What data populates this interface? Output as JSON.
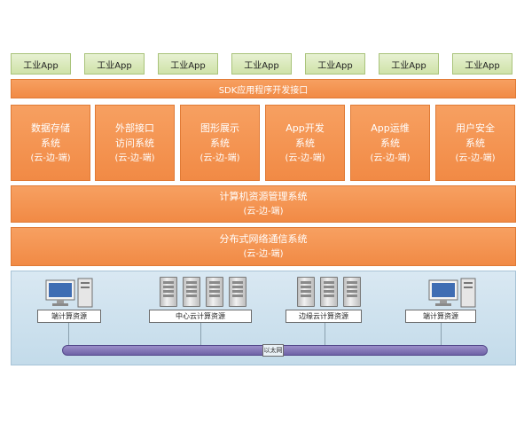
{
  "apps": [
    "工业App",
    "工业App",
    "工业App",
    "工业App",
    "工业App",
    "工业App",
    "工业App"
  ],
  "sdk": "SDK应用程序开发接口",
  "modules": [
    {
      "line1": "数据存储",
      "line2": "系统",
      "line3": "(云-边-端)"
    },
    {
      "line1": "外部接口",
      "line2": "访问系统",
      "line3": "(云-边-端)"
    },
    {
      "line1": "图形展示",
      "line2": "系统",
      "line3": "(云-边-端)"
    },
    {
      "line1": "App开发",
      "line2": "系统",
      "line3": "(云-边-端)"
    },
    {
      "line1": "App运维",
      "line2": "系统",
      "line3": "(云-边-端)"
    },
    {
      "line1": "用户安全",
      "line2": "系统",
      "line3": "(云-边-端)"
    }
  ],
  "resource_mgmt": {
    "title": "计算机资源管理系统",
    "sub": "(云-边-端)"
  },
  "network_comm": {
    "title": "分布式网络通信系统",
    "sub": "(云-边-端)"
  },
  "infrastructure": {
    "nodes": [
      "端计算资源",
      "中心云计算资源",
      "边缘云计算资源",
      "端计算资源"
    ],
    "bus": "以太网"
  }
}
